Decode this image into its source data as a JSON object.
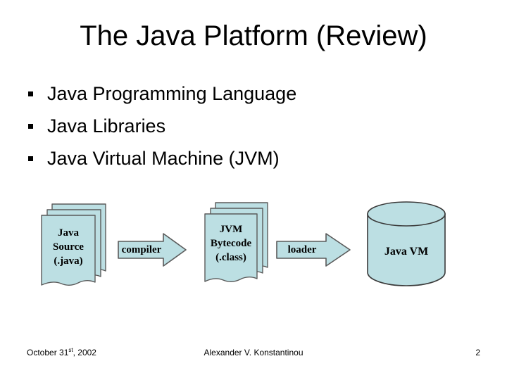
{
  "slide": {
    "title": "The Java Platform (Review)",
    "background_color": "#ffffff",
    "bullets": [
      {
        "text": "Java Programming Language"
      },
      {
        "text": "Java Libraries"
      },
      {
        "text": "Java Virtual Machine (JVM)"
      }
    ]
  },
  "diagram": {
    "fill_color": "#bcdfe3",
    "stroke_color": "#5a5a5a",
    "nodes": [
      {
        "id": "java-source",
        "kind": "document-stack",
        "lines": [
          "Java",
          "Source",
          "(.java)"
        ]
      },
      {
        "id": "compiler",
        "kind": "block-arrow",
        "label": "compiler"
      },
      {
        "id": "jvm-bytecode",
        "kind": "document-stack",
        "lines": [
          "JVM",
          "Bytecode",
          "(.class)"
        ]
      },
      {
        "id": "loader",
        "kind": "block-arrow",
        "label": "loader"
      },
      {
        "id": "java-vm",
        "kind": "cylinder",
        "label": "Java VM"
      }
    ]
  },
  "footer": {
    "date_prefix": "October 31",
    "date_ordinal": "st",
    "date_suffix": ", 2002",
    "author": "Alexander V. Konstantinou",
    "page_number": "2"
  }
}
